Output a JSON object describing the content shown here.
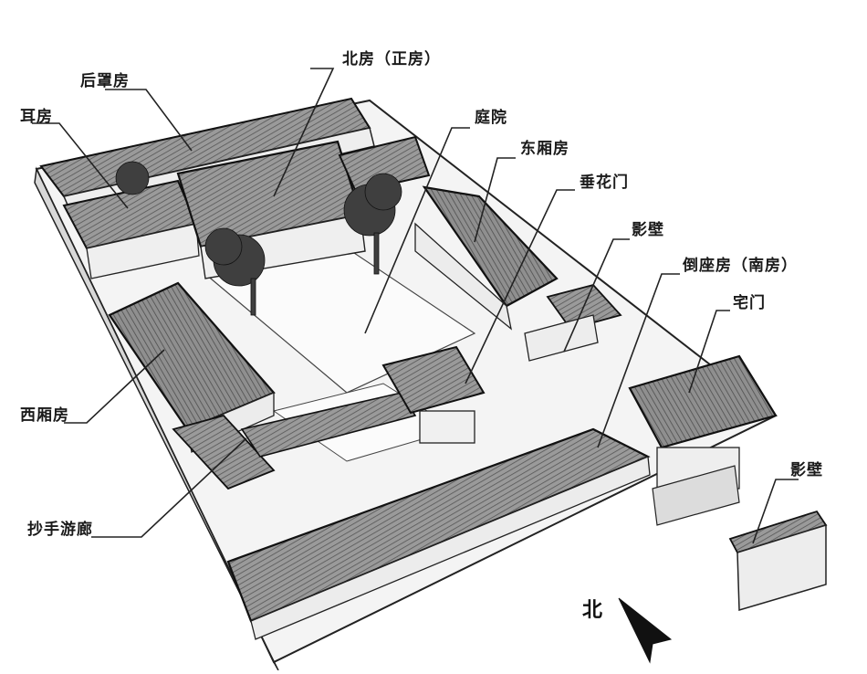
{
  "labels": {
    "hou_zhao_fang": "后罩房",
    "bei_fang": "北房（正房）",
    "er_fang": "耳房",
    "ting_yuan": "庭院",
    "dong_xiang_fang": "东厢房",
    "chui_hua_men": "垂花门",
    "ying_bi_inner": "影壁",
    "dao_zuo_fang": "倒座房（南房）",
    "zhai_men": "宅门",
    "xi_xiang_fang": "西厢房",
    "chao_shou_you_lang": "抄手游廊",
    "ying_bi_outer": "影壁"
  },
  "compass": {
    "north": "北"
  },
  "colors": {
    "ink": "#1a1a1a",
    "roof": "#8a8a8a",
    "roof_dark": "#5a5a5a",
    "wall": "#f2f2f2",
    "court": "#fafafa",
    "tree": "#3a3a3a"
  }
}
